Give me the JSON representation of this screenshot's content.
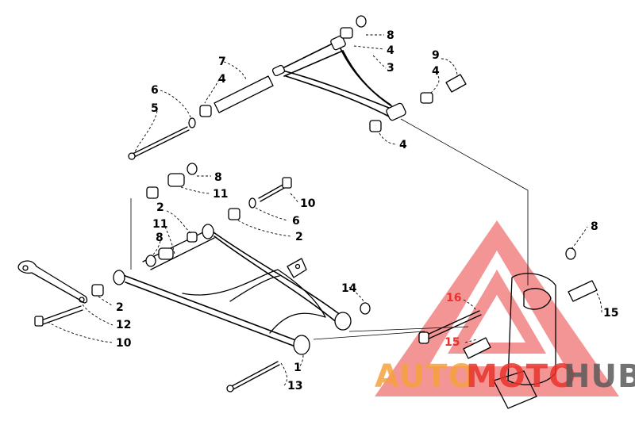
{
  "callouts": [
    {
      "id": "c1",
      "text": "1"
    },
    {
      "id": "c2a",
      "text": "2"
    },
    {
      "id": "c2b",
      "text": "2"
    },
    {
      "id": "c2c",
      "text": "2"
    },
    {
      "id": "c3",
      "text": "3"
    },
    {
      "id": "c4a",
      "text": "4"
    },
    {
      "id": "c4b",
      "text": "4"
    },
    {
      "id": "c4c",
      "text": "4"
    },
    {
      "id": "c4d",
      "text": "4"
    },
    {
      "id": "c5",
      "text": "5"
    },
    {
      "id": "c6a",
      "text": "6"
    },
    {
      "id": "c6b",
      "text": "6"
    },
    {
      "id": "c7",
      "text": "7"
    },
    {
      "id": "c8a",
      "text": "8"
    },
    {
      "id": "c8b",
      "text": "8"
    },
    {
      "id": "c8c",
      "text": "8"
    },
    {
      "id": "c8d",
      "text": "8"
    },
    {
      "id": "c9",
      "text": "9"
    },
    {
      "id": "c10a",
      "text": "10"
    },
    {
      "id": "c10b",
      "text": "10"
    },
    {
      "id": "c11a",
      "text": "11"
    },
    {
      "id": "c11b",
      "text": "11"
    },
    {
      "id": "c12",
      "text": "12"
    },
    {
      "id": "c13",
      "text": "13"
    },
    {
      "id": "c14",
      "text": "14"
    },
    {
      "id": "c15a",
      "text": "15"
    },
    {
      "id": "c15b",
      "text": "15"
    },
    {
      "id": "c16",
      "text": "16"
    }
  ],
  "watermark": {
    "word_auto": "AUTO",
    "word_moto": "MOTO",
    "word_hub": "HUB",
    "colors": {
      "auto": "#f4a23c",
      "moto": "#e8322c",
      "hub": "#5a5a5a",
      "triangle": "#f06c6c"
    }
  }
}
